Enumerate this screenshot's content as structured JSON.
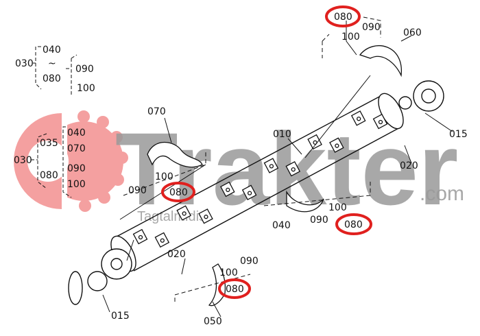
{
  "watermark": {
    "brand": "Trakter",
    "domain": ".com",
    "subtitle": "Tagtalmidis",
    "logo_color": "#f4a0a0",
    "text_color": "#9a9a9a"
  },
  "highlight_color": "#e0201e",
  "legend_top": {
    "main": "030",
    "a": "040",
    "tilde": "~",
    "b": "080",
    "c": "090",
    "d": "100"
  },
  "legend_logo": {
    "main": "030",
    "a": "035",
    "b": "040",
    "c": "070",
    "d": "090",
    "e": "080",
    "f": "100"
  },
  "labels": {
    "l070": "070",
    "l010": "010",
    "l015_right": "015",
    "l020_right": "020",
    "l080_top": "080",
    "l100_top": "100",
    "l090_top": "090",
    "l060": "060",
    "l090_left": "090",
    "l100_left": "100",
    "l080_left": "080",
    "l100_mid": "100",
    "l040_mid": "040",
    "l090_mid": "090",
    "l080_mid": "080",
    "l020_bottom": "020",
    "l090_bottom": "090",
    "l100_bottom": "100",
    "l080_bottom": "080",
    "l015_left": "015",
    "l050": "050"
  }
}
